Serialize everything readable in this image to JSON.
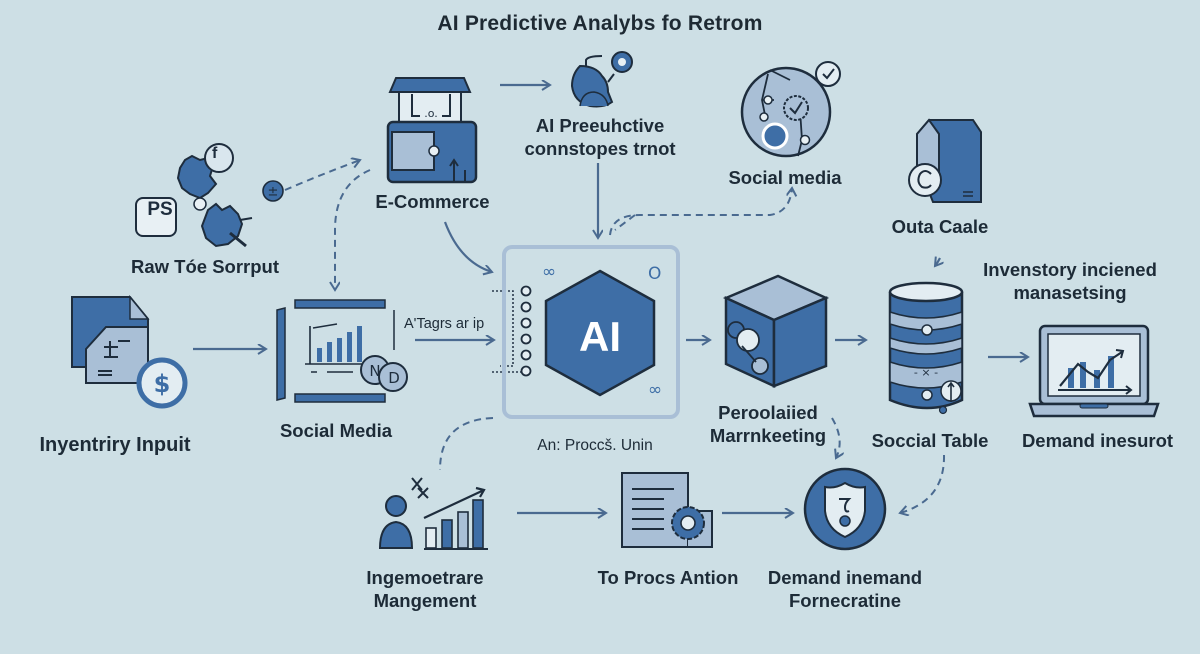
{
  "title": "AI Predictive Analybs fo Retrom",
  "colors": {
    "background": "#cddfe5",
    "primary_blue": "#3e6ea6",
    "light_blue": "#a9bfd6",
    "pale": "#e3edf2",
    "stroke": "#1e2d3d",
    "arrow": "#4a6a90"
  },
  "nodes": {
    "raw_source": {
      "label": "Raw Tóe  Sorrput",
      "badge": "PS",
      "icon": "gears-icon"
    },
    "ecommerce": {
      "label": "E-Commerce",
      "icon": "storefront-icon"
    },
    "ai_predictive": {
      "label_line1": "AI Preeuhctive",
      "label_line2": "connstopes  trnot",
      "icon": "user-target-icon"
    },
    "social_media_top": {
      "label": "Social media",
      "icon": "globe-network-icon"
    },
    "outa_caale": {
      "label": "Outa  Caale",
      "icon": "document-refresh-icon"
    },
    "inventory_input": {
      "label": "Inyentriry Inpuit",
      "icon": "document-dollar-icon"
    },
    "social_media_mid": {
      "label": "Social Media",
      "icon": "chart-frame-icon"
    },
    "ai_tag_input": {
      "label": "A'Tagrs ar  ip"
    },
    "ai_core": {
      "label": "AI",
      "caption": "An: Proccš. Unin",
      "icon": "hexagon-ai-icon"
    },
    "personalized_marketing": {
      "label_line1": "Peroolaiied",
      "label_line2": "Marrnkeeting",
      "icon": "cube-nodes-icon"
    },
    "social_table": {
      "label": "Soccial Table",
      "icon": "database-icon"
    },
    "inventory_manage": {
      "label_line1": "Invenstory inciened",
      "label_line2": "manasetsing"
    },
    "demand_report": {
      "label": "Demand inesurot",
      "icon": "laptop-chart-icon"
    },
    "ingemoetrare": {
      "label_line1": "Ingemoetrare",
      "label_line2": "Mangement",
      "icon": "person-growth-icon"
    },
    "to_procs": {
      "label": "To Procs Antion",
      "icon": "document-gear-icon"
    },
    "demand_forecast": {
      "label_line1": "Demand inemand",
      "label_line2": "Fornecratine",
      "icon": "shield-icon"
    }
  }
}
